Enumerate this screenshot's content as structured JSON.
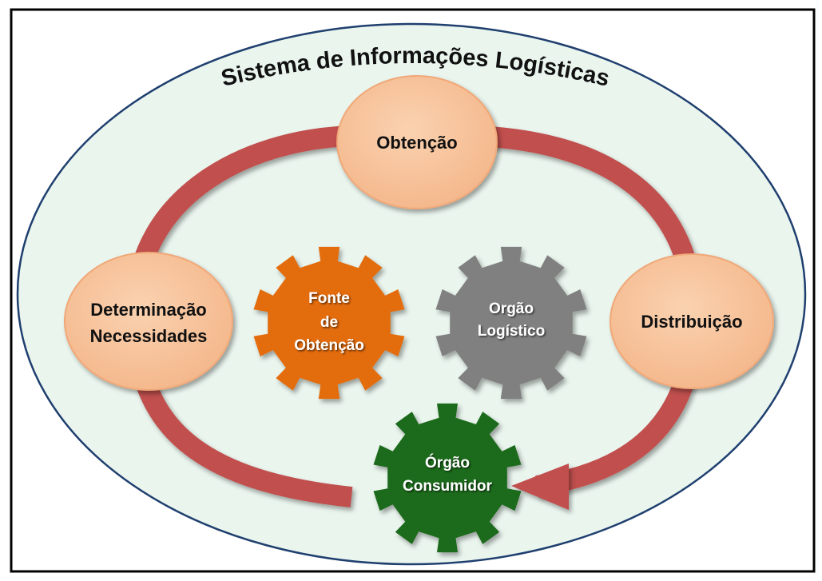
{
  "title": "Sistema de Informações Logísticas",
  "cycle_nodes": {
    "obtencao": {
      "label": "Obtenção"
    },
    "determinacao": {
      "label_line1": "Determinação",
      "label_line2": "Necessidades"
    },
    "distribuicao": {
      "label": "Distribuição"
    }
  },
  "gears": {
    "fonte": {
      "line1": "Fonte",
      "line2": "de",
      "line3": "Obtenção",
      "color": "#E36C0A"
    },
    "orgao_logistico": {
      "line1": "Orgão",
      "line2": "Logístico",
      "color": "#808080"
    },
    "orgao_consumidor": {
      "line1": "Órgão",
      "line2": "Consumidor",
      "color": "#1F6B1F"
    }
  },
  "colors": {
    "ellipse_fill": "#EAF5EE",
    "ellipse_stroke": "#1F3F6F",
    "cycle_arrow": "#C0504D",
    "node_fill": "#F8C49A",
    "node_stroke": "#F0A878",
    "frame": "#000000"
  },
  "icons": {
    "gear": "gear-icon",
    "arrow": "cycle-arrow"
  }
}
